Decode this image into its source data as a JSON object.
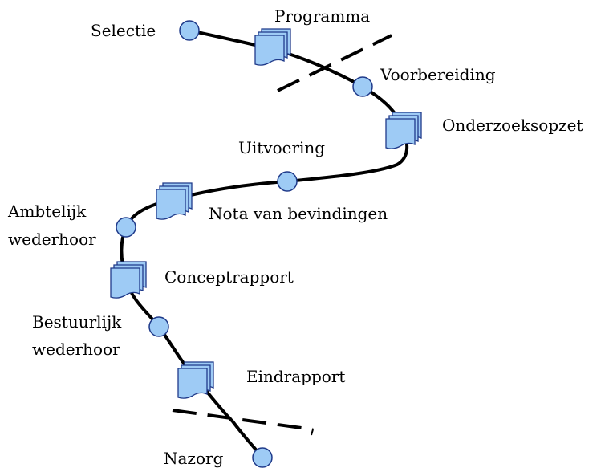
{
  "diagram": {
    "milestones": [
      {
        "id": "selectie",
        "label": "Selectie",
        "kind": "circle"
      },
      {
        "id": "programma",
        "label": "Programma",
        "kind": "document"
      },
      {
        "id": "voorbereiding",
        "label": "Voorbereiding",
        "kind": "circle"
      },
      {
        "id": "onderzoeksopzet",
        "label": "Onderzoeksopzet",
        "kind": "document"
      },
      {
        "id": "uitvoering",
        "label": "Uitvoering",
        "kind": "circle"
      },
      {
        "id": "nota",
        "label": "Nota van bevindingen",
        "kind": "document"
      },
      {
        "id": "ambtelijk",
        "label": [
          "Ambtelijk",
          "wederhoor"
        ],
        "kind": "circle"
      },
      {
        "id": "conceptrapport",
        "label": "Conceptrapport",
        "kind": "document"
      },
      {
        "id": "bestuurlijk",
        "label": [
          "Bestuurlijk",
          "wederhoor"
        ],
        "kind": "circle"
      },
      {
        "id": "eindrapport",
        "label": "Eindrapport",
        "kind": "document"
      },
      {
        "id": "nazorg",
        "label": "Nazorg",
        "kind": "circle"
      }
    ],
    "colors": {
      "node_fill": "#9ecbf5",
      "node_stroke": "#1f3a8a",
      "line": "#000000"
    }
  }
}
